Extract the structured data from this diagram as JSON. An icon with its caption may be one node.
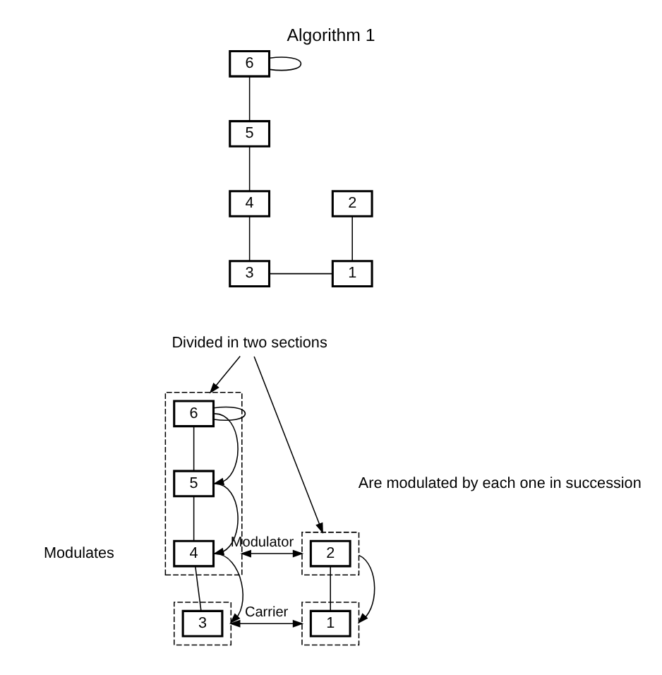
{
  "diagram": {
    "title": "Algorithm 1",
    "nodes": [
      {
        "text": [
          "6"
        ]
      },
      {
        "text": [
          "5"
        ]
      },
      {
        "text": [
          "2"
        ]
      },
      {
        "text": [
          "4"
        ]
      },
      {
        "text": [
          "1"
        ]
      },
      {
        "text": [
          "3"
        ]
      },
      {
        "text": [
          "Divided in two sections"
        ]
      },
      {
        "text": [],
        "shape": "box"
      },
      {
        "text": [
          "2"
        ],
        "in": 7
      },
      {
        "text": [],
        "shape": "box"
      },
      {
        "text": [
          "1"
        ],
        "in": 9
      },
      {
        "text": [],
        "shape": "box"
      },
      {
        "text": [
          "6"
        ],
        "in": 11
      },
      {
        "text": [
          "5"
        ],
        "in": 11
      },
      {
        "text": [
          "4"
        ],
        "in": 11
      },
      {
        "text": [],
        "shape": "box"
      },
      {
        "text": [
          "3"
        ],
        "in": 15
      }
    ],
    "edges": [
      {
        "from": 0,
        "to": 0,
        "arrow": "none"
      },
      {
        "from": 0,
        "to": 1,
        "arrow": "none"
      },
      {
        "from": 1,
        "to": 3,
        "arrow": "none"
      },
      {
        "from": 3,
        "to": 5,
        "arrow": "none"
      },
      {
        "from": 2,
        "to": 4,
        "arrow": "none"
      },
      {
        "from": 4,
        "to": 5,
        "arrow": "none"
      },
      {
        "from": 6,
        "to": 7,
        "arrow": "to"
      },
      {
        "from": 6,
        "to": 11,
        "arrow": "to"
      },
      {
        "from": 8,
        "to": 10,
        "arrow": "none"
      },
      {
        "from": 12,
        "to": 12,
        "arrow": "none"
      },
      {
        "from": 12,
        "to": 13,
        "arrow": "none"
      },
      {
        "from": 13,
        "to": 14,
        "arrow": "none"
      },
      {
        "from": 14,
        "to": 16,
        "arrow": "none"
      },
      {
        "from": 7,
        "to": 11,
        "arrow": "both",
        "label": "Modulator"
      },
      {
        "from": 9,
        "to": 15,
        "arrow": "both",
        "label": "Carrier"
      },
      {
        "from": 7,
        "to": 9,
        "arrow": "to"
      },
      {
        "from": 12,
        "to": 13,
        "arrow": "to"
      },
      {
        "from": 13,
        "to": 14,
        "arrow": "to"
      },
      {
        "from": 14,
        "to": 15,
        "arrow": "to"
      }
    ],
    "labels": [
      "Modulates",
      "Are modulated by each one in succession"
    ]
  }
}
